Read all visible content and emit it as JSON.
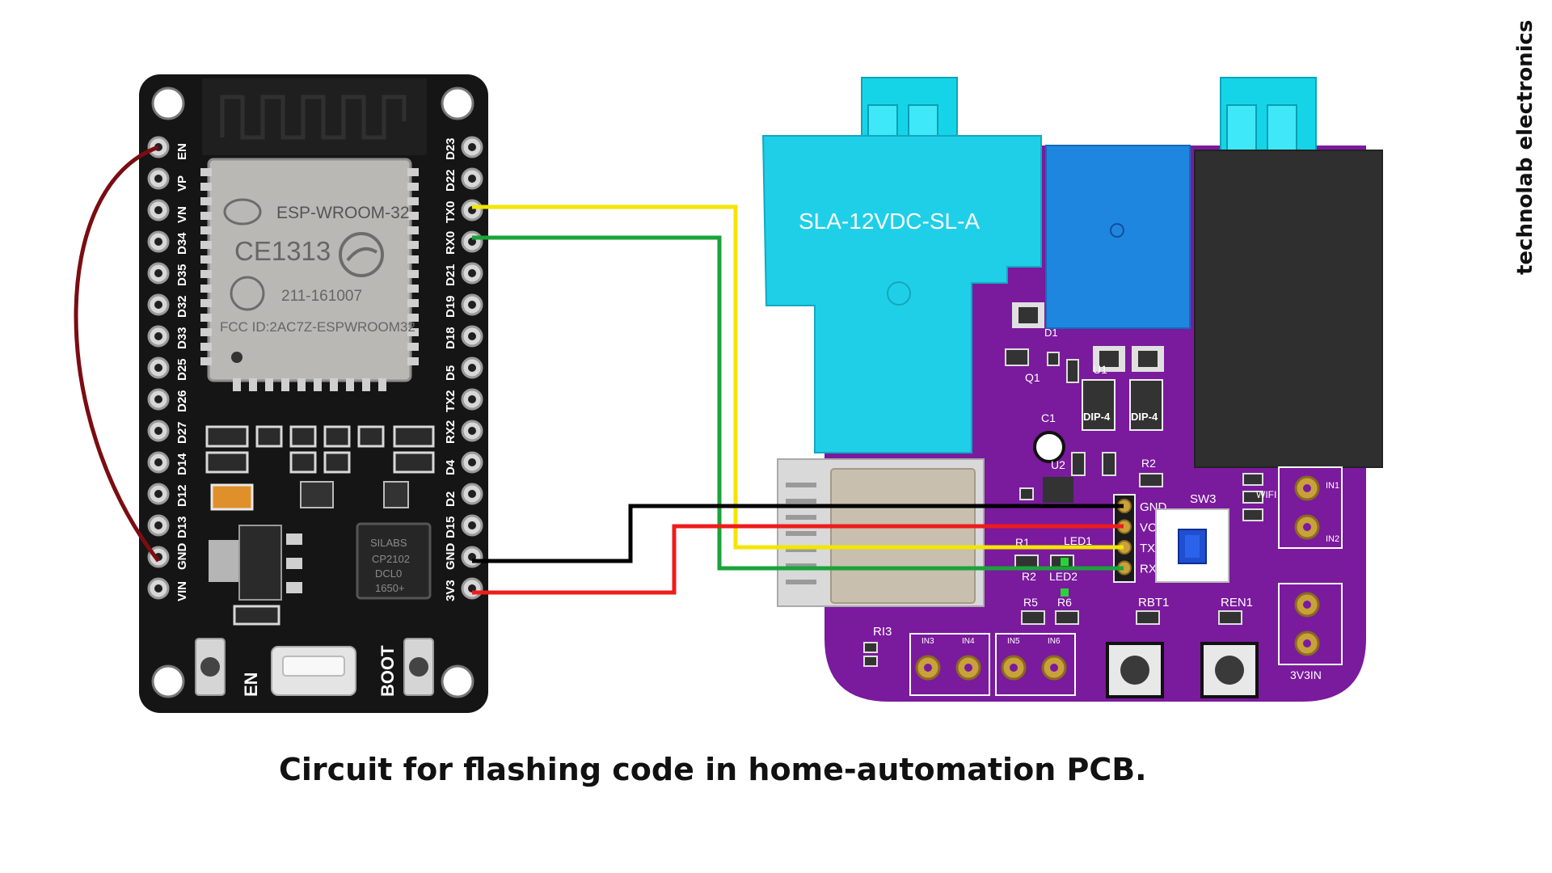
{
  "caption": "Circuit for flashing code in home-automation PCB.",
  "brand": "technolab electronics",
  "esp32": {
    "module_name": "ESP-WROOM-32",
    "ce_mark": "CE1313",
    "reg_code": "211-161007",
    "fcc_id": "FCC ID:2AC7Z-ESPWROOM32",
    "chip_brand": "SILABS",
    "chip_part": "CP2102",
    "chip_code": "DCL0",
    "chip_date": "1650+",
    "left_pins": [
      "EN",
      "VP",
      "VN",
      "D34",
      "D35",
      "D32",
      "D33",
      "D25",
      "D26",
      "D27",
      "D14",
      "D12",
      "D13",
      "GND",
      "VIN"
    ],
    "right_pins": [
      "D23",
      "D22",
      "TX0",
      "RX0",
      "D21",
      "D19",
      "D18",
      "D5",
      "TX2",
      "RX2",
      "D4",
      "D2",
      "D15",
      "GND",
      "3V3"
    ],
    "button_en": "EN",
    "button_boot": "BOOT"
  },
  "pcb": {
    "relay_label": "SLA-12VDC-SL-A",
    "header_pins": [
      "GND",
      "VCC",
      "TX",
      "RX"
    ],
    "labels": {
      "sw3": "SW3",
      "rbt1": "RBT1",
      "ren1": "REN1",
      "ri3": "RI3",
      "r1": "R1",
      "r2": "R2",
      "r5": "R5",
      "r6": "R6",
      "led1": "LED1",
      "led2": "LED2",
      "q1": "Q1",
      "c1": "C1",
      "u2": "U2",
      "u1": "U1",
      "d1": "D1",
      "dip4": "DIP-4",
      "in1": "IN1",
      "in2": "IN2",
      "in3": "IN3",
      "in4": "IN4",
      "in5": "IN5",
      "in6": "IN6",
      "power_in": "3V3IN",
      "wifi": "WIFI"
    }
  },
  "wires": [
    {
      "name": "tx-wire",
      "color": "#f2e600",
      "from": "TX0",
      "to": "TX"
    },
    {
      "name": "rx-wire",
      "color": "#1aa33a",
      "from": "RX0",
      "to": "RX"
    },
    {
      "name": "gnd-wire",
      "color": "#000000",
      "from": "GND",
      "to": "GND"
    },
    {
      "name": "vcc-wire",
      "color": "#ee1c1c",
      "from": "3V3",
      "to": "VCC"
    },
    {
      "name": "en-gnd-jumper",
      "color": "#7a0d12",
      "from": "EN",
      "to": "GND"
    }
  ]
}
